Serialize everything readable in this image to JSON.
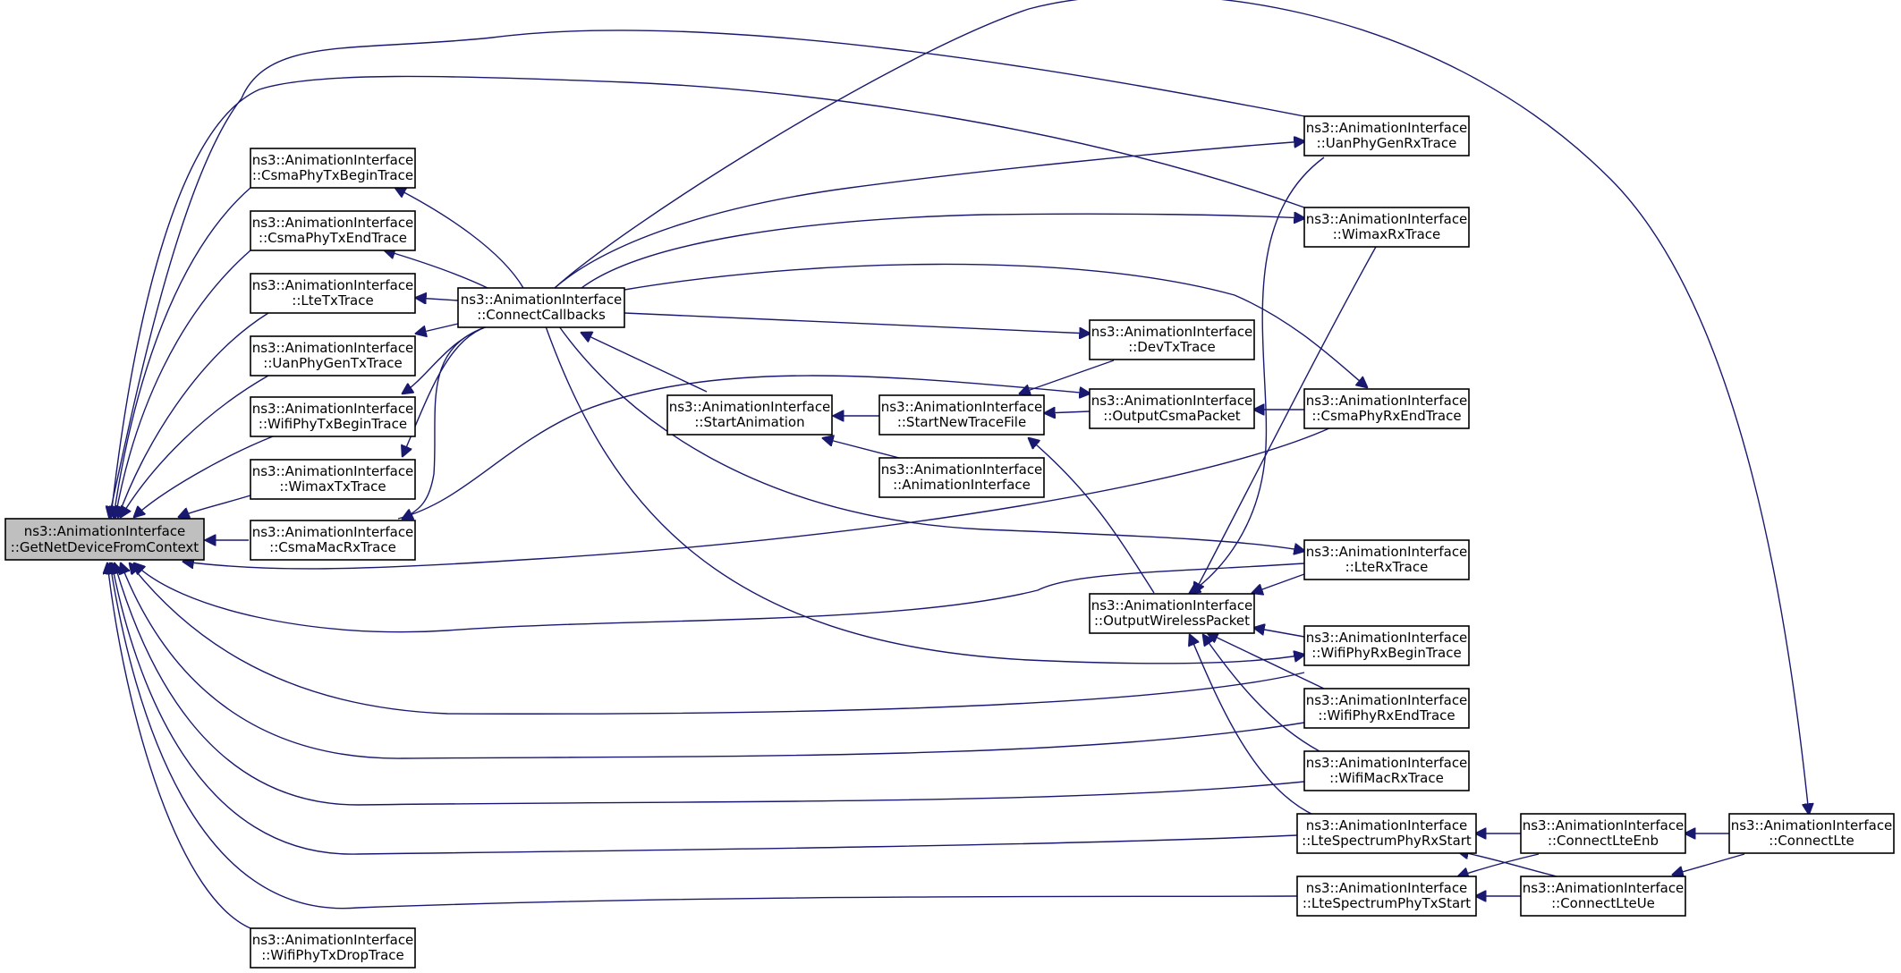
{
  "graph": {
    "edge_color": "#191970",
    "focus_fill": "#bfbfbf",
    "nodes": {
      "getNetDevice": {
        "line1": "ns3::AnimationInterface",
        "line2": "::GetNetDeviceFromContext"
      },
      "csmaPhyTxBegin": {
        "line1": "ns3::AnimationInterface",
        "line2": "::CsmaPhyTxBeginTrace"
      },
      "csmaPhyTxEnd": {
        "line1": "ns3::AnimationInterface",
        "line2": "::CsmaPhyTxEndTrace"
      },
      "lteTx": {
        "line1": "ns3::AnimationInterface",
        "line2": "::LteTxTrace"
      },
      "uanPhyGenTx": {
        "line1": "ns3::AnimationInterface",
        "line2": "::UanPhyGenTxTrace"
      },
      "wifiPhyTxBegin": {
        "line1": "ns3::AnimationInterface",
        "line2": "::WifiPhyTxBeginTrace"
      },
      "wimaxTx": {
        "line1": "ns3::AnimationInterface",
        "line2": "::WimaxTxTrace"
      },
      "csmaMacRx": {
        "line1": "ns3::AnimationInterface",
        "line2": "::CsmaMacRxTrace"
      },
      "wifiPhyTxDrop": {
        "line1": "ns3::AnimationInterface",
        "line2": "::WifiPhyTxDropTrace"
      },
      "connectCallbacks": {
        "line1": "ns3::AnimationInterface",
        "line2": "::ConnectCallbacks"
      },
      "startAnimation": {
        "line1": "ns3::AnimationInterface",
        "line2": "::StartAnimation"
      },
      "startNewTraceFile": {
        "line1": "ns3::AnimationInterface",
        "line2": "::StartNewTraceFile"
      },
      "animationInterface": {
        "line1": "ns3::AnimationInterface",
        "line2": "::AnimationInterface"
      },
      "devTx": {
        "line1": "ns3::AnimationInterface",
        "line2": "::DevTxTrace"
      },
      "outputCsmaPacket": {
        "line1": "ns3::AnimationInterface",
        "line2": "::OutputCsmaPacket"
      },
      "outputWirelessPacket": {
        "line1": "ns3::AnimationInterface",
        "line2": "::OutputWirelessPacket"
      },
      "uanPhyGenRx": {
        "line1": "ns3::AnimationInterface",
        "line2": "::UanPhyGenRxTrace"
      },
      "wimaxRx": {
        "line1": "ns3::AnimationInterface",
        "line2": "::WimaxRxTrace"
      },
      "csmaPhyRxEnd": {
        "line1": "ns3::AnimationInterface",
        "line2": "::CsmaPhyRxEndTrace"
      },
      "lteRx": {
        "line1": "ns3::AnimationInterface",
        "line2": "::LteRxTrace"
      },
      "wifiPhyRxBegin": {
        "line1": "ns3::AnimationInterface",
        "line2": "::WifiPhyRxBeginTrace"
      },
      "wifiPhyRxEnd": {
        "line1": "ns3::AnimationInterface",
        "line2": "::WifiPhyRxEndTrace"
      },
      "wifiMacRx": {
        "line1": "ns3::AnimationInterface",
        "line2": "::WifiMacRxTrace"
      },
      "lteSpectrumPhyRxStart": {
        "line1": "ns3::AnimationInterface",
        "line2": "::LteSpectrumPhyRxStart"
      },
      "lteSpectrumPhyTxStart": {
        "line1": "ns3::AnimationInterface",
        "line2": "::LteSpectrumPhyTxStart"
      },
      "connectLteEnb": {
        "line1": "ns3::AnimationInterface",
        "line2": "::ConnectLteEnb"
      },
      "connectLteUe": {
        "line1": "ns3::AnimationInterface",
        "line2": "::ConnectLteUe"
      },
      "connectLte": {
        "line1": "ns3::AnimationInterface",
        "line2": "::ConnectLte"
      }
    }
  }
}
